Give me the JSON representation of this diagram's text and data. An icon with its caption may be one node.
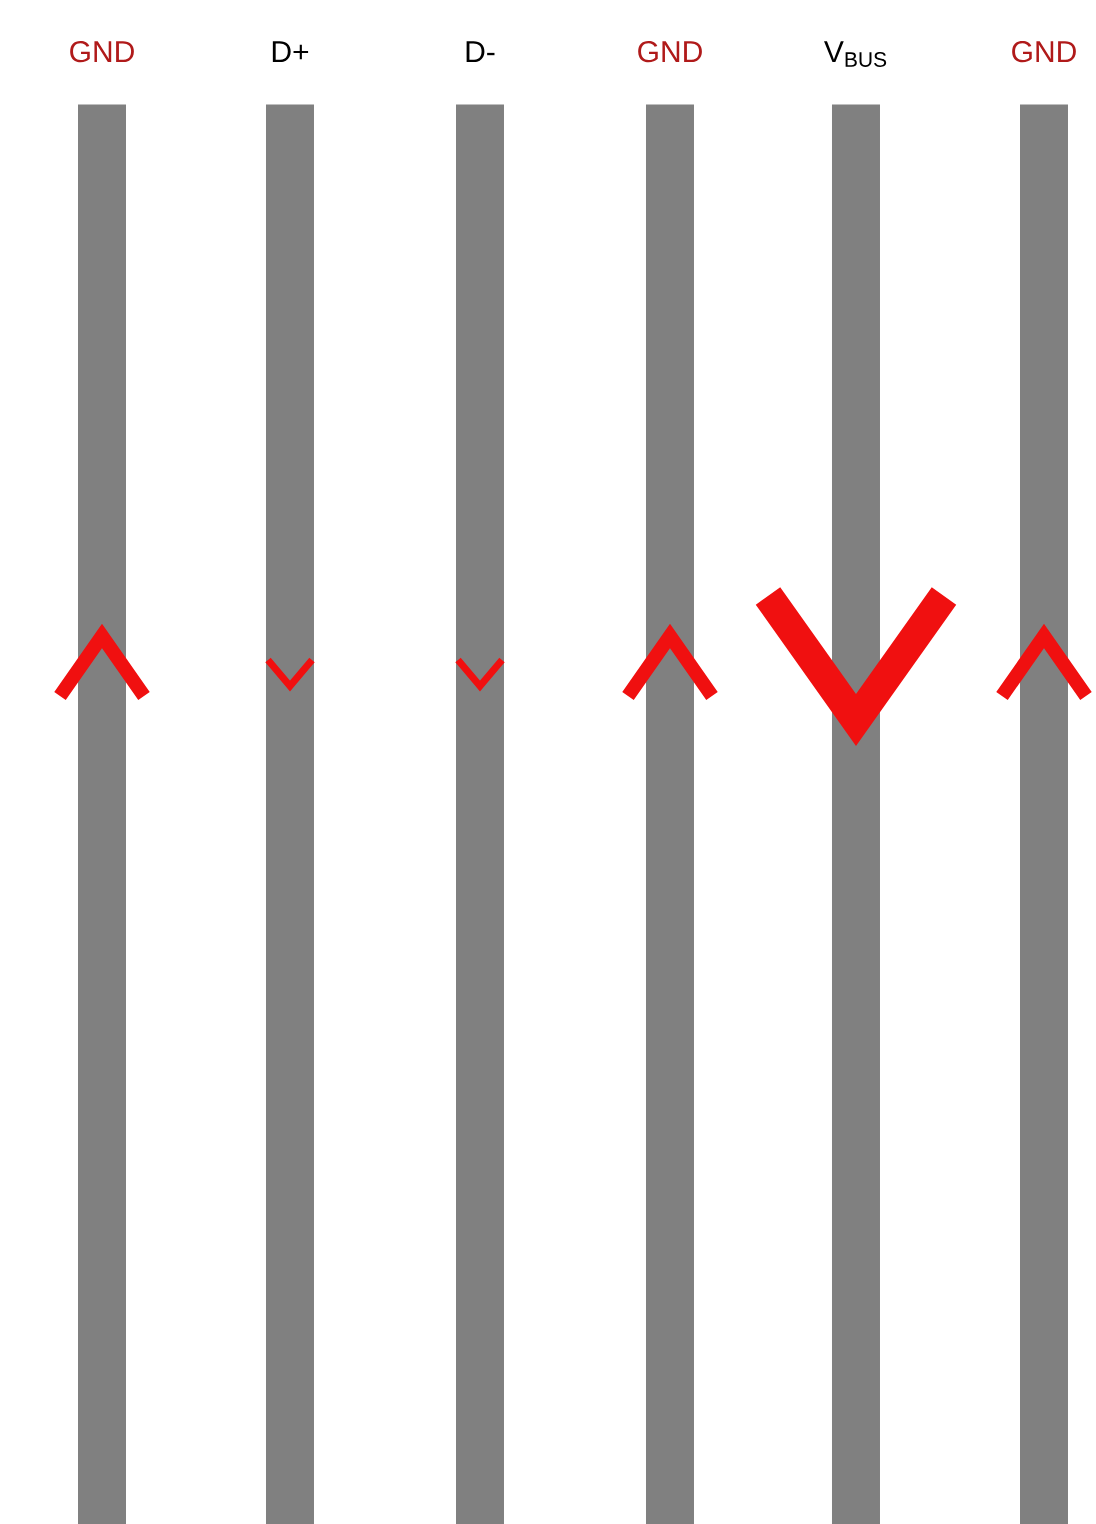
{
  "diagram": {
    "nodes": [
      {
        "text": [
          "GND"
        ]
      },
      {
        "text": [
          "D+"
        ]
      },
      {
        "text": [
          "D-"
        ]
      },
      {
        "text": [
          "GND"
        ]
      },
      {
        "text": [
          "V$_{BUS}$"
        ]
      },
      {
        "text": [
          "GND"
        ]
      }
    ]
  }
}
